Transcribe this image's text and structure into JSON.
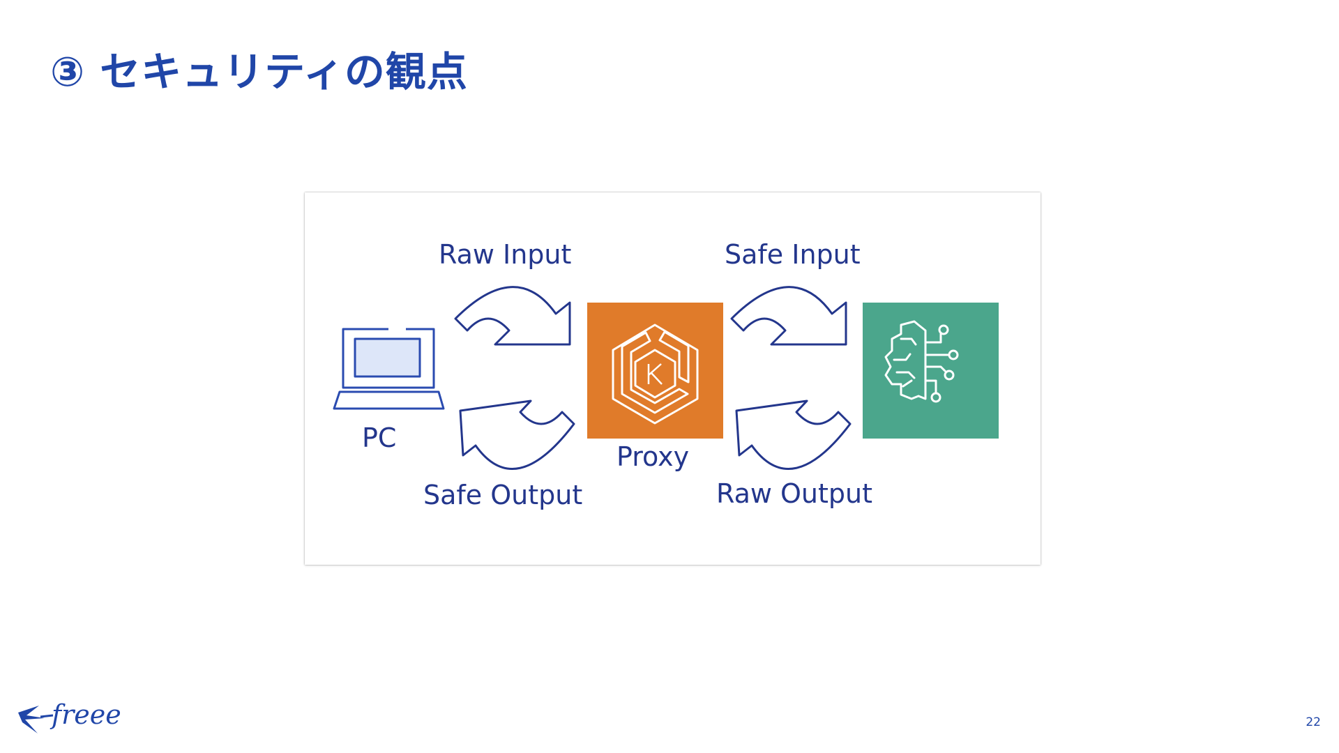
{
  "slide": {
    "title": "③ セキュリティの観点",
    "page_number": "22",
    "logo_text": "freee"
  },
  "diagram": {
    "nodes": {
      "pc": {
        "label": "PC",
        "icon": "laptop-icon"
      },
      "proxy": {
        "label": "Proxy",
        "icon": "kubernetes-icon",
        "color": "#e07b2a"
      },
      "ai": {
        "icon": "ai-brain-icon",
        "color": "#4ba68c"
      }
    },
    "edges": {
      "raw_input": "Raw Input",
      "safe_input": "Safe Input",
      "safe_output": "Safe Output",
      "raw_output": "Raw Output"
    },
    "colors": {
      "title": "#2046a8",
      "arrow_stroke": "#23368c",
      "label": "#23368c"
    }
  }
}
